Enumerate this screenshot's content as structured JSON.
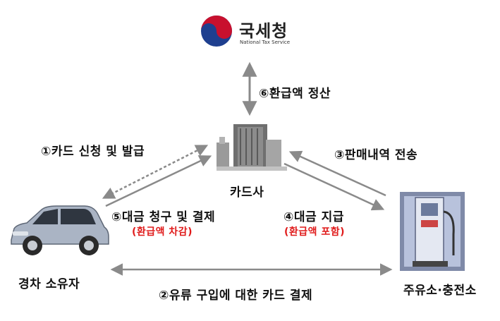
{
  "nts": {
    "name_ko": "국세청",
    "name_en": "National Tax Service"
  },
  "nodes": {
    "card_company": "카드사",
    "car_owner": "경차 소유자",
    "gas_station": "주유소·충전소"
  },
  "steps": {
    "s1": "①카드 신청 및 발급",
    "s2": "②유류 구입에 대한 카드 결제",
    "s3": "③판매내역 전송",
    "s4": "④대금 지급",
    "s4_note": "(환급액 포함)",
    "s5": "⑤대금 청구 및 결제",
    "s5_note": "(환급액 차감)",
    "s6": "⑥환급액 정산"
  },
  "colors": {
    "arrow": "#8a8a8a",
    "note": "#e01b1b",
    "logo_red": "#c8102e",
    "logo_blue": "#1e3f8f"
  }
}
